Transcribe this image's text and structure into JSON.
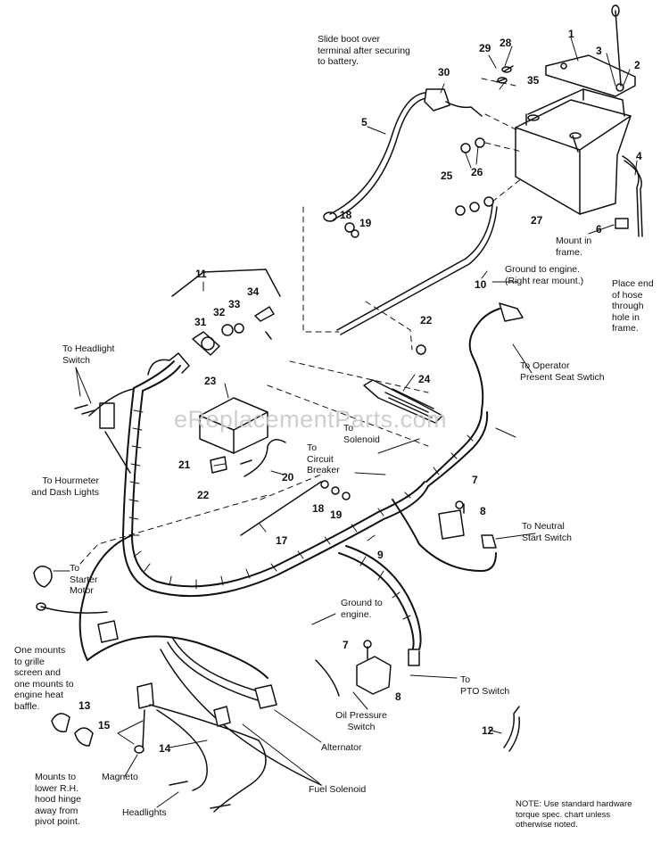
{
  "watermark": "eReplacementParts.com",
  "note": "NOTE: Use standard hardware\ntorque spec. chart unless\notherwise noted.",
  "labels": {
    "slide_boot": "Slide boot over\nterminal after securing\nto battery.",
    "mount_in_frame": "Mount in\nframe.",
    "ground_engine_rear": "Ground to engine.\n(Right rear mount.)",
    "place_end_hose": "Place end\nof hose\nthrough\nhole in\nframe.",
    "to_headlight_switch": "To Headlight\nSwitch",
    "to_operator_seat": "To Operator\nPresent Seat Swtich",
    "to_hourmeter": "To Hourmeter\nand Dash Lights",
    "to_solenoid": "To\nSolenoid",
    "to_circuit_breaker": "To\nCircuit\nBreaker",
    "to_neutral_start": "To Neutral\nStart Switch",
    "to_starter_motor": "To\nStarter\nMotor",
    "ground_to_engine": "Ground to\nengine.",
    "one_mounts": "One mounts\nto grille\nscreen and\none mounts to\nengine heat\nbaffle.",
    "to_pto_switch": "To\nPTO Switch",
    "oil_pressure_switch": "Oil Pressure\nSwitch",
    "alternator": "Alternator",
    "mounts_to_lower": "Mounts to\nlower R.H.\nhood hinge\naway from\npivot point.",
    "magneto": "Magneto",
    "fuel_solenoid": "Fuel Solenoid",
    "headlights": "Headlights"
  },
  "parts": {
    "p1": "1",
    "p2": "2",
    "p3": "3",
    "p4": "4",
    "p5": "5",
    "p6": "6",
    "p7a": "7",
    "p7b": "7",
    "p8a": "8",
    "p8b": "8",
    "p9": "9",
    "p10": "10",
    "p11": "11",
    "p12": "12",
    "p13": "13",
    "p14": "14",
    "p15": "15",
    "p17": "17",
    "p18a": "18",
    "p18b": "18",
    "p19a": "19",
    "p19b": "19",
    "p20": "20",
    "p21": "21",
    "p22a": "22",
    "p22b": "22",
    "p23": "23",
    "p24": "24",
    "p25": "25",
    "p26": "26",
    "p27": "27",
    "p28": "28",
    "p29": "29",
    "p30": "30",
    "p31": "31",
    "p32": "32",
    "p33": "33",
    "p34": "34",
    "p35": "35"
  }
}
